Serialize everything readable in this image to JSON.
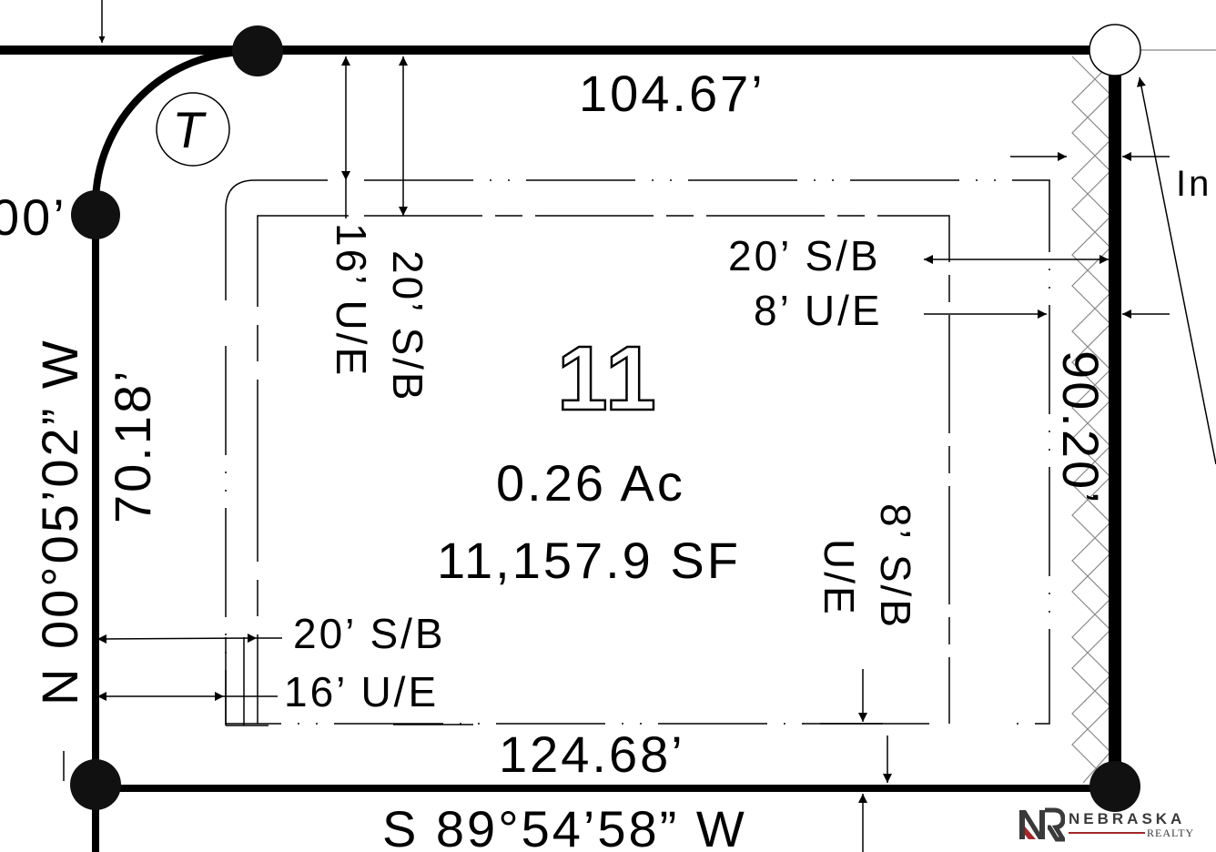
{
  "lot": {
    "number": "11",
    "acres": "0.26 Ac",
    "square_feet": "11,157.9 SF"
  },
  "dimensions": {
    "top": "104.67’",
    "bottom": "124.68’",
    "left": "70.18’",
    "right": "90.20’",
    "left_bearing": "N 00°05’02” W",
    "bottom_bearing": "S 89°54’58” W",
    "top_left_partial": "00’",
    "right_partial": "In"
  },
  "setbacks": {
    "top_sb": "20’ S/B",
    "top_ue": "16’ U/E",
    "right_sb": "20’ S/B",
    "right_ue": "8’ U/E",
    "inner_right_sb": "8’ S/B",
    "inner_right_ue": "U/E",
    "bottom_sb": "20’ S/B",
    "bottom_ue": "16’ U/E"
  },
  "markers": {
    "transformer": "T"
  },
  "logo": {
    "mark": "NR",
    "name": "NEBRASKA",
    "sub": "REALTY",
    "accent_color": "#a3282b"
  }
}
